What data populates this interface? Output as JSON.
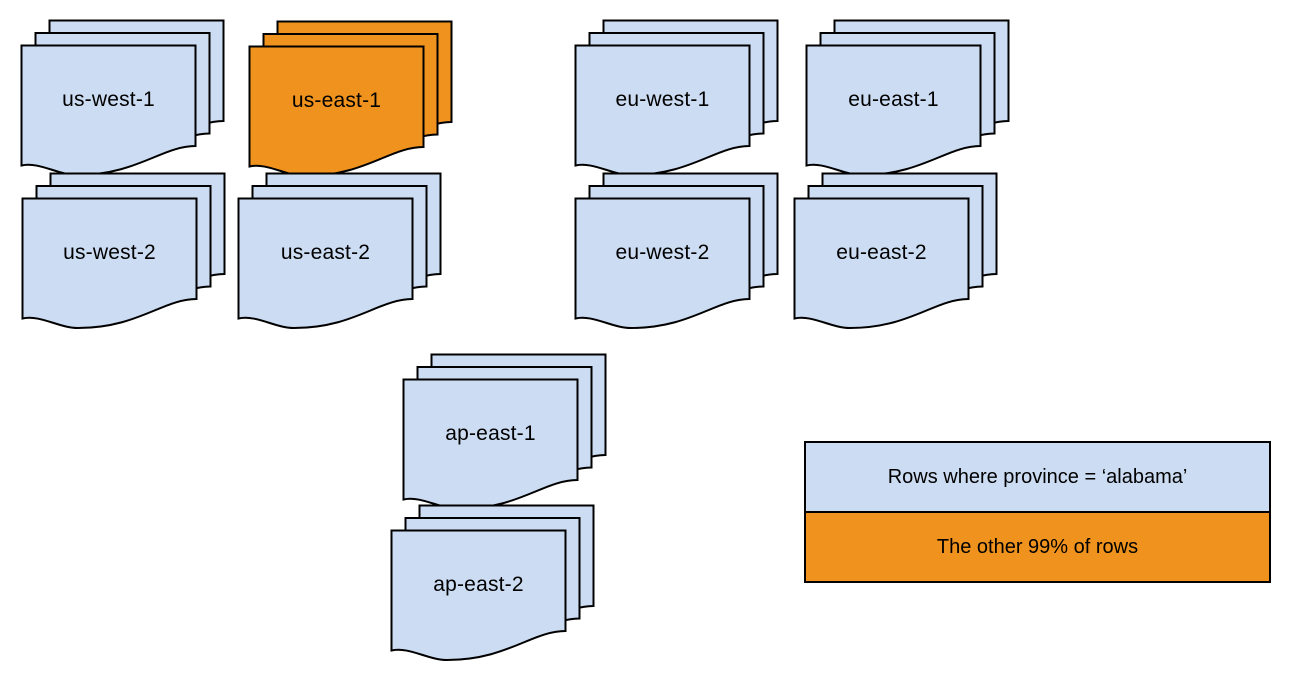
{
  "colors": {
    "blue": "#CCDCF2",
    "orange": "#F0931E",
    "border": "#000000"
  },
  "diagram": {
    "regions": [
      {
        "label": "us-west-1",
        "highlight": false
      },
      {
        "label": "us-east-1",
        "highlight": true
      },
      {
        "label": "eu-west-1",
        "highlight": false
      },
      {
        "label": "eu-east-1",
        "highlight": false
      },
      {
        "label": "us-west-2",
        "highlight": false
      },
      {
        "label": "us-east-2",
        "highlight": false
      },
      {
        "label": "eu-west-2",
        "highlight": false
      },
      {
        "label": "eu-east-2",
        "highlight": false
      },
      {
        "label": "ap-east-1",
        "highlight": false
      },
      {
        "label": "ap-east-2",
        "highlight": false
      }
    ],
    "legend": {
      "items": [
        {
          "label": "Rows where province = ‘alabama’",
          "color": "#CCDCF2"
        },
        {
          "label": "The other 99% of rows",
          "color": "#F0931E"
        }
      ]
    }
  }
}
